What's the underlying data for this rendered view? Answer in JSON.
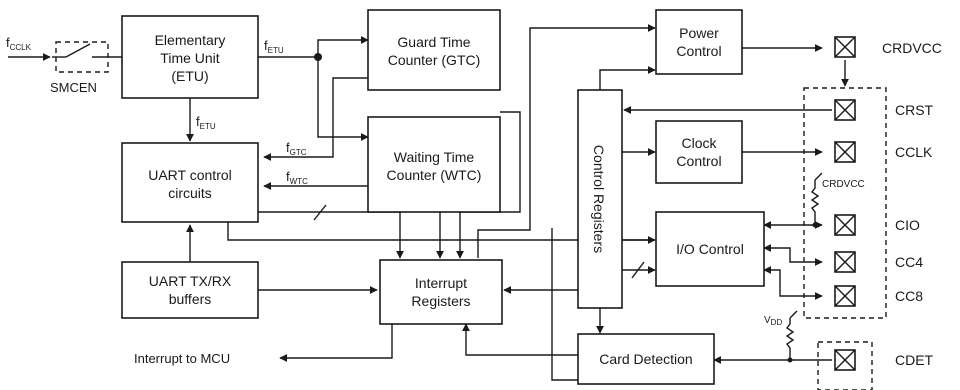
{
  "blocks": {
    "etu": [
      "Elementary",
      "Time Unit",
      "(ETU)"
    ],
    "gtc": [
      "Guard Time",
      "Counter (GTC)"
    ],
    "wtc": [
      "Waiting Time",
      "Counter (WTC)"
    ],
    "uart_ctrl": [
      "UART control",
      "circuits"
    ],
    "uart_buf": [
      "UART TX/RX",
      "buffers"
    ],
    "interrupt": [
      "Interrupt",
      "Registers"
    ],
    "power": [
      "Power",
      "Control"
    ],
    "clock": [
      "Clock",
      "Control"
    ],
    "io": "I/O Control",
    "control_regs": "Control Registers",
    "card_detect": "Card Detection"
  },
  "signals": {
    "fcclk": {
      "main": "f",
      "sub": "CCLK"
    },
    "fetu_right": {
      "main": "f",
      "sub": "ETU"
    },
    "fetu_down": {
      "main": "f",
      "sub": "ETU"
    },
    "fgtc": {
      "main": "f",
      "sub": "GTC"
    },
    "fwtc": {
      "main": "f",
      "sub": "WTC"
    },
    "smcen": "SMCEN",
    "interrupt_out": "Interrupt to MCU",
    "crdvcc_pullup": "CRDVCC",
    "vdd": {
      "main": "V",
      "sub": "DD"
    }
  },
  "pins": {
    "crdvcc": "CRDVCC",
    "crst": "CRST",
    "cclk": "CCLK",
    "cio": "CIO",
    "cc4": "CC4",
    "cc8": "CC8",
    "cdet": "CDET"
  }
}
